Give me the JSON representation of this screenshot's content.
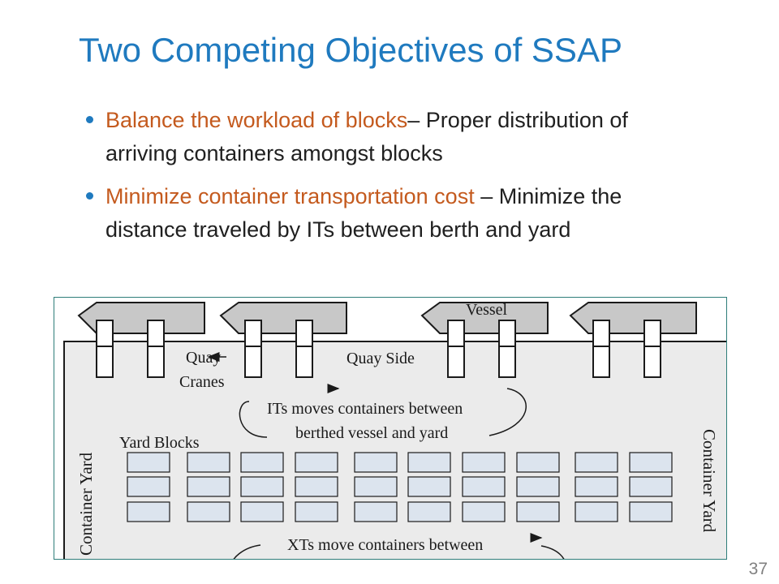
{
  "slide": {
    "title": "Two Competing Objectives of SSAP",
    "page_number": "37",
    "bullets": [
      {
        "emphasis": "Balance the workload of blocks",
        "text": "– Proper distribution of arriving containers amongst blocks"
      },
      {
        "emphasis": "Minimize container transportation cost",
        "text": " – Minimize the distance traveled by ITs between berth and yard"
      }
    ]
  },
  "figure": {
    "vessel_label": "Vessel",
    "quay_cranes_line1": "Quay",
    "quay_cranes_line2": "Cranes",
    "quay_side_label": "Quay Side",
    "its_line1": "ITs moves containers between",
    "its_line2": "berthed vessel and yard",
    "yard_blocks_label": "Yard Blocks",
    "container_yard_left": "Container Yard",
    "container_yard_right": "Container Yard",
    "xts_line1": "XTs move containers between"
  },
  "colors": {
    "title": "#1f7abf",
    "emphasis": "#c45a1e",
    "bullet": "#1f7abf",
    "yard_fill": "#ebebeb",
    "block_fill": "#dce4ee",
    "figure_border": "#2e7d7a"
  }
}
